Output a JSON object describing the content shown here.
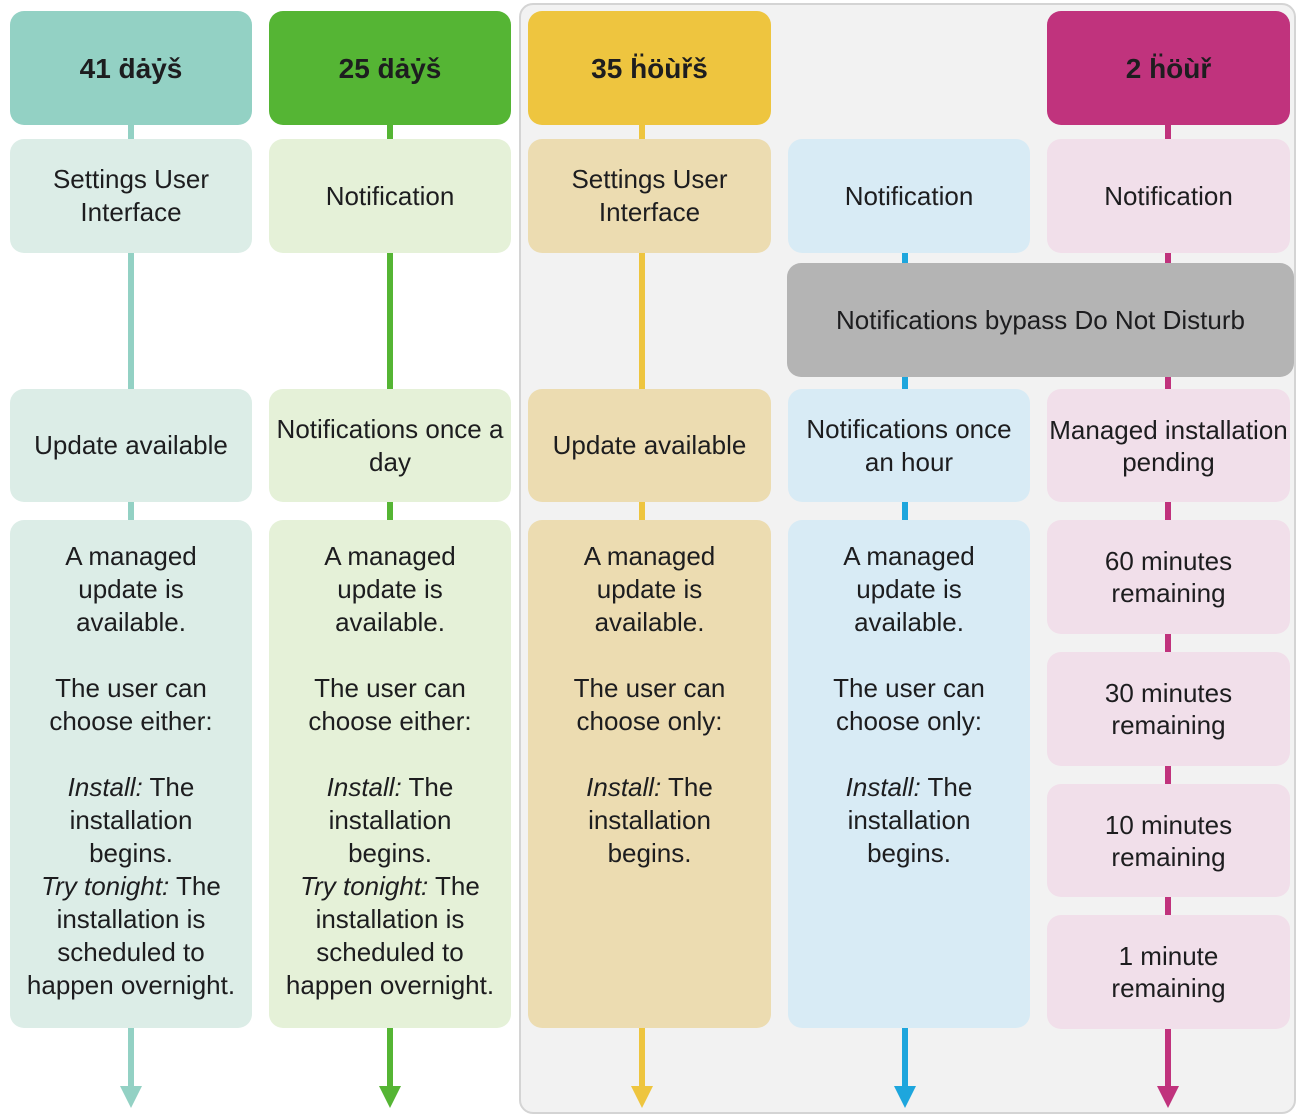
{
  "colors": {
    "teal": "#93d1c4",
    "teal_light": "#dcede7",
    "green": "#55b534",
    "green_light": "#e5f1d8",
    "yellow": "#eec53f",
    "yellow_light": "#ecdcb1",
    "blue": "#1ea6dd",
    "blue_light": "#d8ebf5",
    "magenta": "#c0337d",
    "magenta_light": "#f1dfea",
    "gray_bar": "#b4b4b4"
  },
  "columns": [
    {
      "header": "41 ḋȧẏš",
      "ui": "Settings User Interface",
      "status": "Update available",
      "desc": {
        "l1": "A managed update is available.",
        "l2": "The user can choose either:",
        "opt1_label": "Install:",
        "opt1_text": " The installation begins.",
        "opt2_label": "Try tonight:",
        "opt2_text": " The installation is scheduled to happen overnight."
      }
    },
    {
      "header": "25 ḋȧẏš",
      "ui": "Notification",
      "status": "Notifications once a day",
      "desc": {
        "l1": "A managed update is available.",
        "l2": "The user can choose either:",
        "opt1_label": "Install:",
        "opt1_text": " The installation begins.",
        "opt2_label": "Try tonight:",
        "opt2_text": " The installation is scheduled to happen overnight."
      }
    },
    {
      "header": "35 ḧöùřš",
      "ui": "Settings User Interface",
      "status": "Update available",
      "desc": {
        "l1": "A managed update is available.",
        "l2": "The user can choose only:",
        "opt1_label": "Install:",
        "opt1_text": " The installation begins."
      }
    },
    {
      "ui": "Notification",
      "status": "Notifications once an hour",
      "desc": {
        "l1": "A managed update is available.",
        "l2": "The user can choose only:",
        "opt1_label": "Install:",
        "opt1_text": " The installation begins."
      }
    },
    {
      "header": "2 ḧöùř",
      "ui": "Notification",
      "status": "Managed installation pending",
      "countdown": [
        "60 minutes remaining",
        "30 minutes remaining",
        "10 minutes remaining",
        "1 minute remaining"
      ]
    }
  ],
  "bypass_bar": "Notifications bypass Do Not Disturb"
}
